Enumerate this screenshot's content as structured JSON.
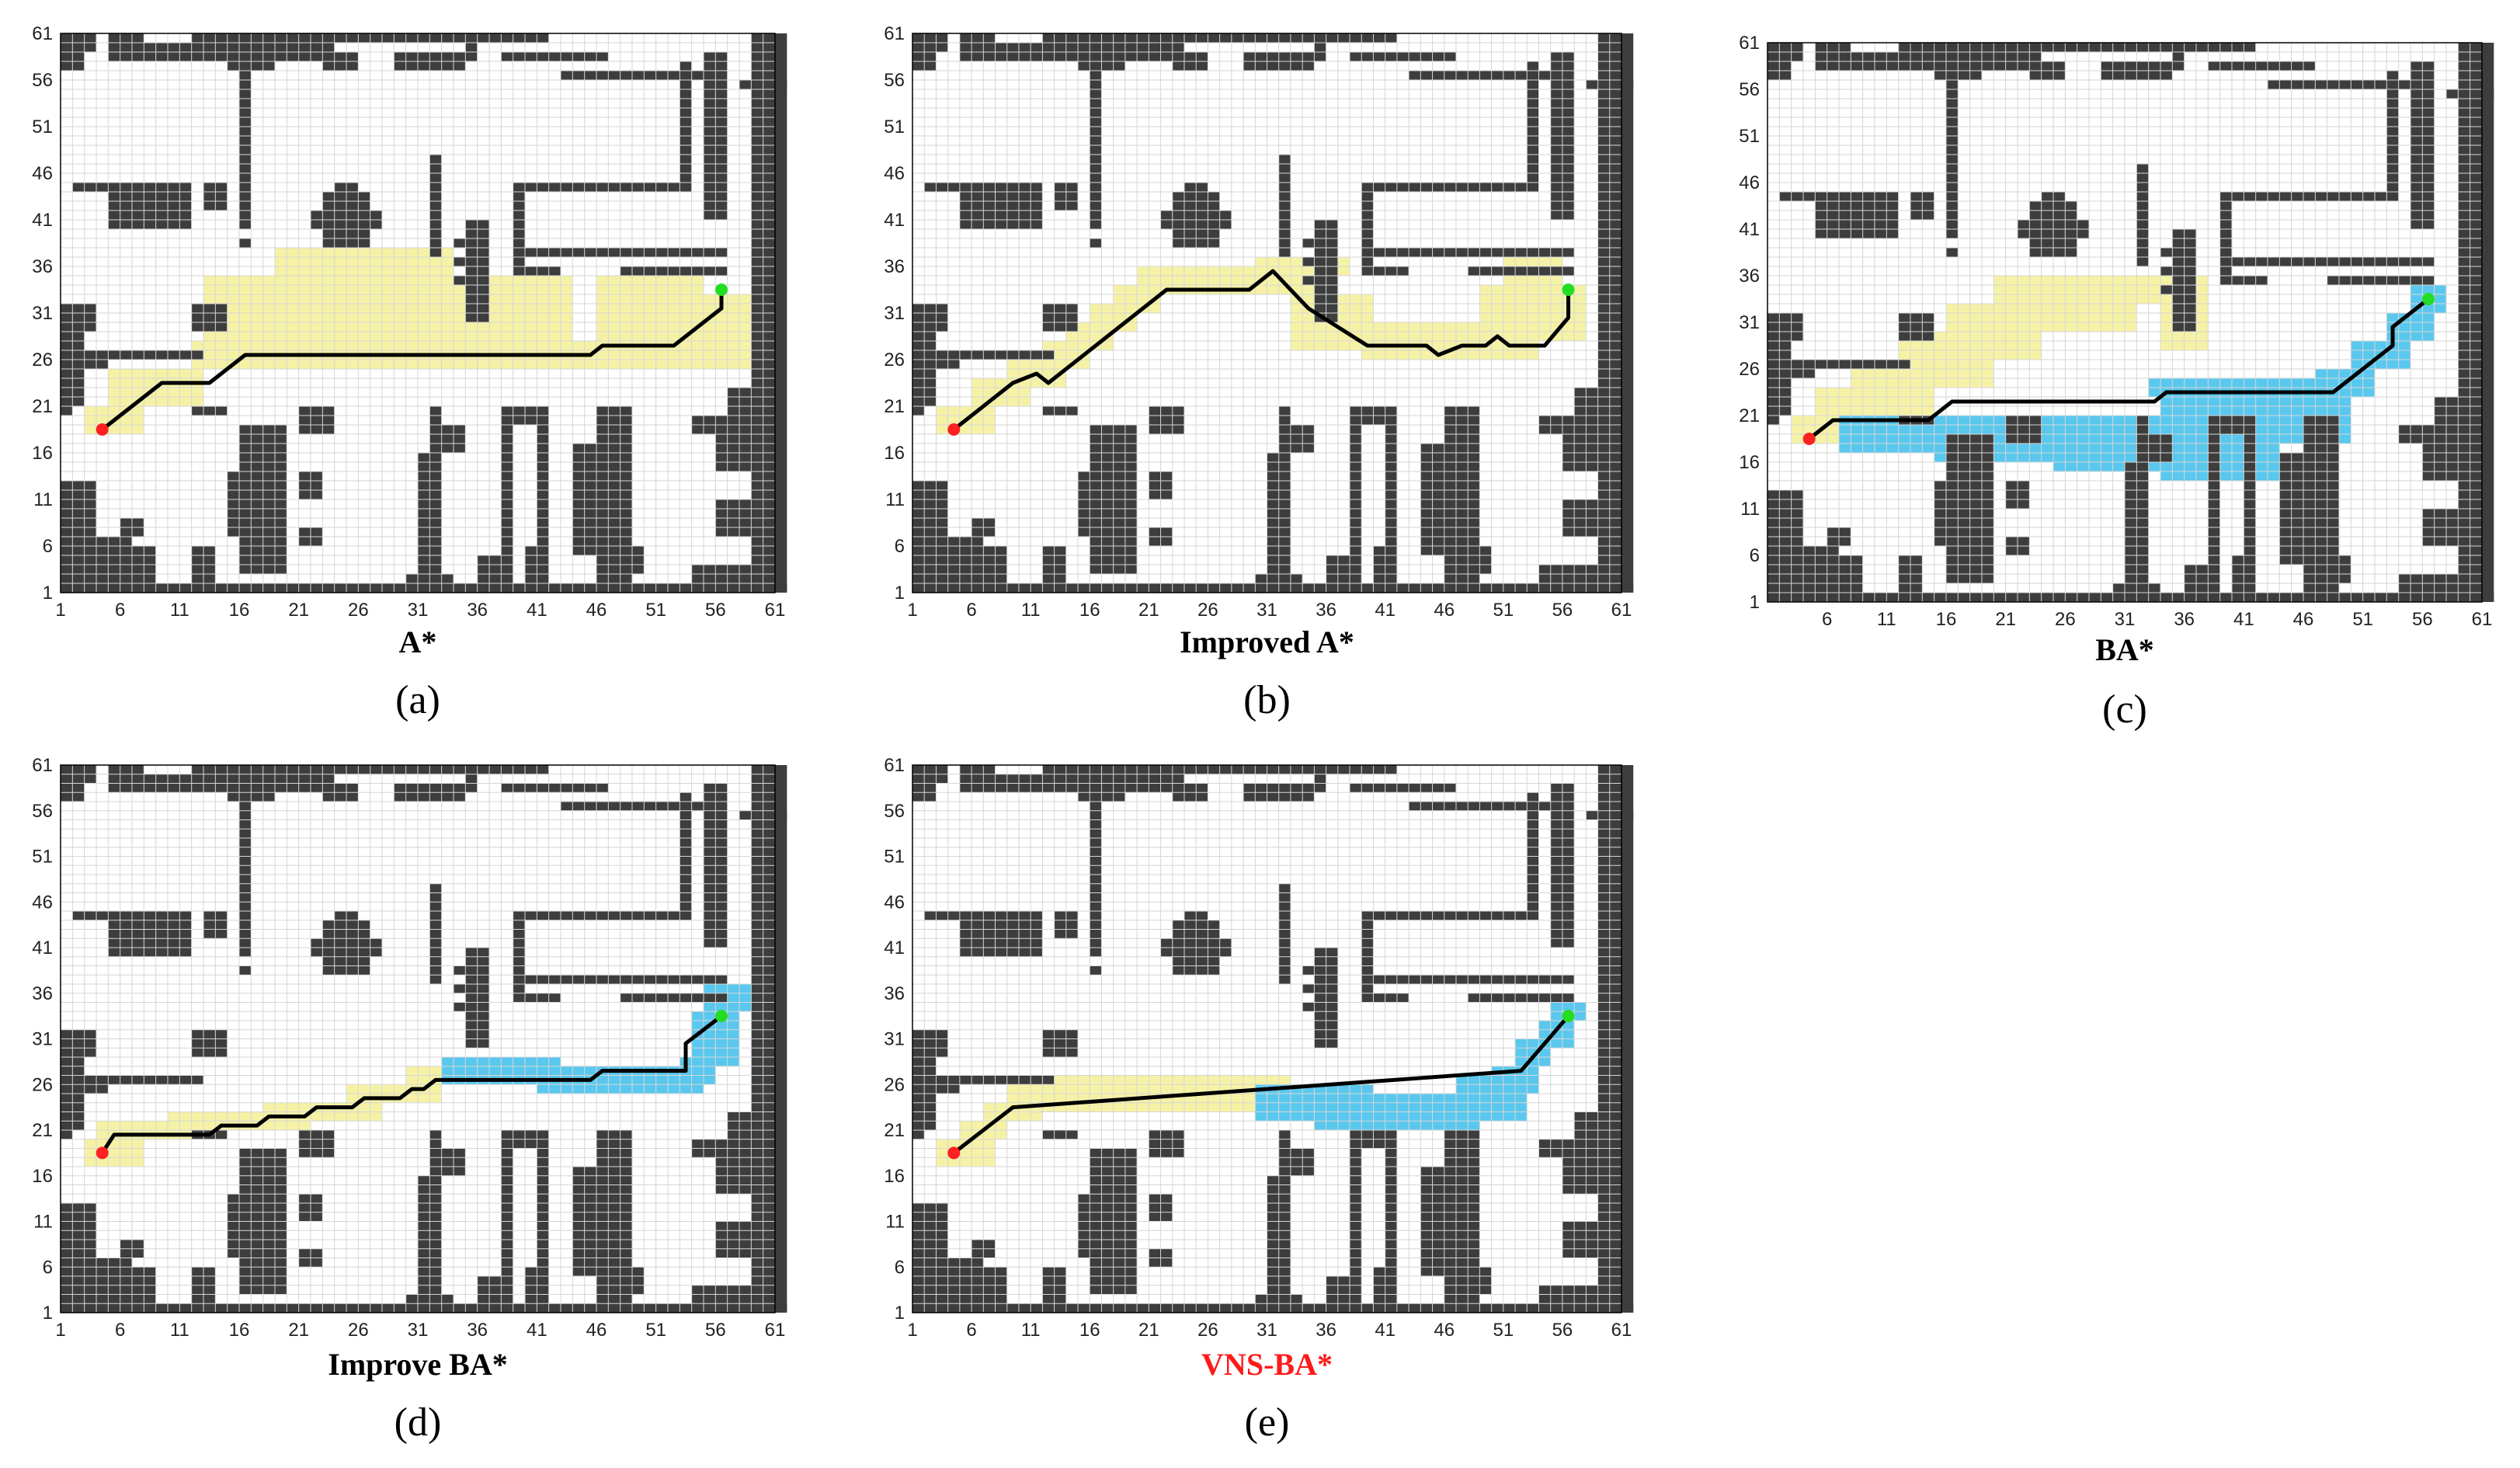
{
  "colors": {
    "obstacle": "#3d3d3d",
    "free": "#ffffff",
    "grid": "#d6d6d6",
    "forward_expanded": "#f5f2a6",
    "backward_expanded": "#5ac8ee",
    "path": "#000000",
    "start": "#ff2020",
    "goal": "#22dd22",
    "highlight_title": "#ff1a1a"
  },
  "chart_data": [
    {
      "type": "heatmap",
      "label": "(a)",
      "title": "A*",
      "title_color": "#000000",
      "xlim": [
        1,
        61
      ],
      "ylim": [
        1,
        61
      ],
      "xticks": [
        1,
        6,
        11,
        16,
        21,
        26,
        31,
        36,
        41,
        46,
        51,
        56,
        61
      ],
      "yticks": [
        1,
        6,
        11,
        16,
        21,
        26,
        31,
        36,
        41,
        46,
        51,
        56,
        61
      ],
      "start": [
        4.5,
        18.5
      ],
      "goal": [
        56.5,
        33.5
      ],
      "forward_regions": [
        [
          3,
          18,
          5,
          3
        ],
        [
          5,
          21,
          8,
          4
        ],
        [
          12,
          25,
          44,
          3
        ],
        [
          13,
          28,
          6,
          7
        ],
        [
          19,
          28,
          15,
          10
        ],
        [
          34,
          28,
          10,
          7
        ],
        [
          44,
          25,
          15,
          3
        ],
        [
          46,
          28,
          9,
          7
        ],
        [
          55,
          28,
          4,
          5
        ]
      ],
      "backward_regions": [],
      "path": [
        [
          4.5,
          18.5
        ],
        [
          6.5,
          20.5
        ],
        [
          9.5,
          23.5
        ],
        [
          13.5,
          23.5
        ],
        [
          16.5,
          26.5
        ],
        [
          45.5,
          26.5
        ],
        [
          46.5,
          27.5
        ],
        [
          52.5,
          27.5
        ],
        [
          56.5,
          31.5
        ],
        [
          56.5,
          33.5
        ]
      ]
    },
    {
      "type": "heatmap",
      "label": "(b)",
      "title": "Improved A*",
      "title_color": "#000000",
      "xlim": [
        1,
        61
      ],
      "ylim": [
        1,
        61
      ],
      "xticks": [
        1,
        6,
        11,
        16,
        21,
        26,
        31,
        36,
        41,
        46,
        51,
        56,
        61
      ],
      "yticks": [
        1,
        6,
        11,
        16,
        21,
        26,
        31,
        36,
        41,
        46,
        51,
        56,
        61
      ],
      "start": [
        4.5,
        18.5
      ],
      "goal": [
        56.5,
        33.5
      ],
      "forward_regions": [
        [
          3,
          18,
          5,
          3
        ],
        [
          6,
          21,
          5,
          3
        ],
        [
          9,
          23,
          5,
          3
        ],
        [
          12,
          25,
          4,
          3
        ],
        [
          14,
          27,
          4,
          3
        ],
        [
          16,
          29,
          4,
          3
        ],
        [
          18,
          31,
          4,
          3
        ],
        [
          20,
          33,
          17,
          3
        ],
        [
          30,
          35,
          8,
          2
        ],
        [
          33,
          27,
          7,
          6
        ],
        [
          39,
          26,
          15,
          4
        ],
        [
          49,
          28,
          9,
          6
        ],
        [
          51,
          34,
          5,
          3
        ]
      ],
      "backward_regions": [],
      "path": [
        [
          4.5,
          18.5
        ],
        [
          9.5,
          23.5
        ],
        [
          11.5,
          24.5
        ],
        [
          12.5,
          23.5
        ],
        [
          22.5,
          33.5
        ],
        [
          29.5,
          33.5
        ],
        [
          31.5,
          35.5
        ],
        [
          34.5,
          31.5
        ],
        [
          39.5,
          27.5
        ],
        [
          44.5,
          27.5
        ],
        [
          45.5,
          26.5
        ],
        [
          47.5,
          27.5
        ],
        [
          49.5,
          27.5
        ],
        [
          50.5,
          28.5
        ],
        [
          51.5,
          27.5
        ],
        [
          54.5,
          27.5
        ],
        [
          56.5,
          30.5
        ],
        [
          56.5,
          33.5
        ]
      ]
    },
    {
      "type": "heatmap",
      "label": "(c)",
      "title": "BA*",
      "title_color": "#000000",
      "xlim": [
        1,
        61
      ],
      "ylim": [
        1,
        61
      ],
      "xticks": [
        6,
        11,
        16,
        21,
        26,
        31,
        36,
        41,
        46,
        51,
        56,
        61
      ],
      "yticks": [
        1,
        6,
        11,
        16,
        21,
        26,
        31,
        36,
        41,
        46,
        51,
        56,
        61
      ],
      "start": [
        4.5,
        18.5
      ],
      "goal": [
        56.5,
        33.5
      ],
      "forward_regions": [
        [
          3,
          18,
          5,
          3
        ],
        [
          5,
          21,
          10,
          3
        ],
        [
          8,
          24,
          12,
          3
        ],
        [
          12,
          27,
          12,
          3
        ],
        [
          16,
          30,
          16,
          3
        ],
        [
          20,
          33,
          18,
          3
        ],
        [
          34,
          28,
          4,
          5
        ]
      ],
      "backward_regions": [
        [
          7,
          17,
          8,
          4
        ],
        [
          15,
          16,
          10,
          5
        ],
        [
          25,
          15,
          10,
          6
        ],
        [
          34,
          14,
          10,
          9
        ],
        [
          44,
          18,
          6,
          5
        ],
        [
          33,
          23,
          14,
          2
        ],
        [
          47,
          23,
          5,
          3
        ],
        [
          50,
          26,
          5,
          3
        ],
        [
          53,
          29,
          4,
          3
        ],
        [
          55,
          32,
          3,
          3
        ]
      ],
      "path": [
        [
          4.5,
          18.5
        ],
        [
          6.5,
          20.5
        ],
        [
          14.5,
          20.5
        ],
        [
          16.5,
          22.5
        ],
        [
          33.5,
          22.5
        ],
        [
          34.5,
          23.5
        ],
        [
          48.5,
          23.5
        ],
        [
          53.5,
          28.5
        ],
        [
          53.5,
          30.5
        ],
        [
          56.5,
          33.5
        ]
      ]
    },
    {
      "type": "heatmap",
      "label": "(d)",
      "title": "Improve BA*",
      "title_color": "#000000",
      "xlim": [
        1,
        61
      ],
      "ylim": [
        1,
        61
      ],
      "xticks": [
        1,
        6,
        11,
        16,
        21,
        26,
        31,
        36,
        41,
        46,
        51,
        56,
        61
      ],
      "yticks": [
        1,
        6,
        11,
        16,
        21,
        26,
        31,
        36,
        41,
        46,
        51,
        56,
        61
      ],
      "start": [
        4.5,
        18.5
      ],
      "goal": [
        56.5,
        33.5
      ],
      "forward_regions": [
        [
          3,
          17,
          5,
          3
        ],
        [
          4,
          20,
          10,
          2
        ],
        [
          10,
          21,
          12,
          2
        ],
        [
          18,
          22,
          10,
          2
        ],
        [
          25,
          24,
          8,
          2
        ],
        [
          30,
          26,
          4,
          2
        ]
      ],
      "backward_regions": [
        [
          33,
          26,
          10,
          3
        ],
        [
          41,
          25,
          14,
          3
        ],
        [
          53,
          26,
          3,
          3
        ],
        [
          54,
          28,
          4,
          6
        ],
        [
          55,
          34,
          4,
          3
        ]
      ],
      "path": [
        [
          4.5,
          18.5
        ],
        [
          5.5,
          20.5
        ],
        [
          13.5,
          20.5
        ],
        [
          14.5,
          21.5
        ],
        [
          17.5,
          21.5
        ],
        [
          18.5,
          22.5
        ],
        [
          21.5,
          22.5
        ],
        [
          22.5,
          23.5
        ],
        [
          25.5,
          23.5
        ],
        [
          26.5,
          24.5
        ],
        [
          29.5,
          24.5
        ],
        [
          30.5,
          25.5
        ],
        [
          31.5,
          25.5
        ],
        [
          32.5,
          26.5
        ],
        [
          45.5,
          26.5
        ],
        [
          46.5,
          27.5
        ],
        [
          53.5,
          27.5
        ],
        [
          53.5,
          30.5
        ],
        [
          56.5,
          33.5
        ]
      ]
    },
    {
      "type": "heatmap",
      "label": "(e)",
      "title": "VNS-BA*",
      "title_color": "#ff1a1a",
      "xlim": [
        1,
        61
      ],
      "ylim": [
        1,
        61
      ],
      "xticks": [
        1,
        6,
        11,
        16,
        21,
        26,
        31,
        36,
        41,
        46,
        51,
        56,
        61
      ],
      "yticks": [
        1,
        6,
        11,
        16,
        21,
        26,
        31,
        36,
        41,
        46,
        51,
        56,
        61
      ],
      "start": [
        4.5,
        18.5
      ],
      "goal": [
        56.5,
        33.5
      ],
      "forward_regions": [
        [
          3,
          17,
          5,
          3
        ],
        [
          5,
          20,
          4,
          2
        ],
        [
          7,
          22,
          5,
          2
        ],
        [
          9,
          24,
          4,
          2
        ],
        [
          12,
          23,
          21,
          4
        ]
      ],
      "backward_regions": [
        [
          30,
          22,
          10,
          4
        ],
        [
          35,
          21,
          14,
          4
        ],
        [
          47,
          22,
          6,
          5
        ],
        [
          50,
          25,
          4,
          3
        ],
        [
          52,
          28,
          3,
          3
        ],
        [
          54,
          30,
          3,
          3
        ],
        [
          55,
          33,
          3,
          2
        ]
      ],
      "path": [
        [
          4.5,
          18.5
        ],
        [
          9.5,
          23.5
        ],
        [
          52.5,
          27.5
        ],
        [
          56.5,
          33.5
        ]
      ]
    }
  ]
}
